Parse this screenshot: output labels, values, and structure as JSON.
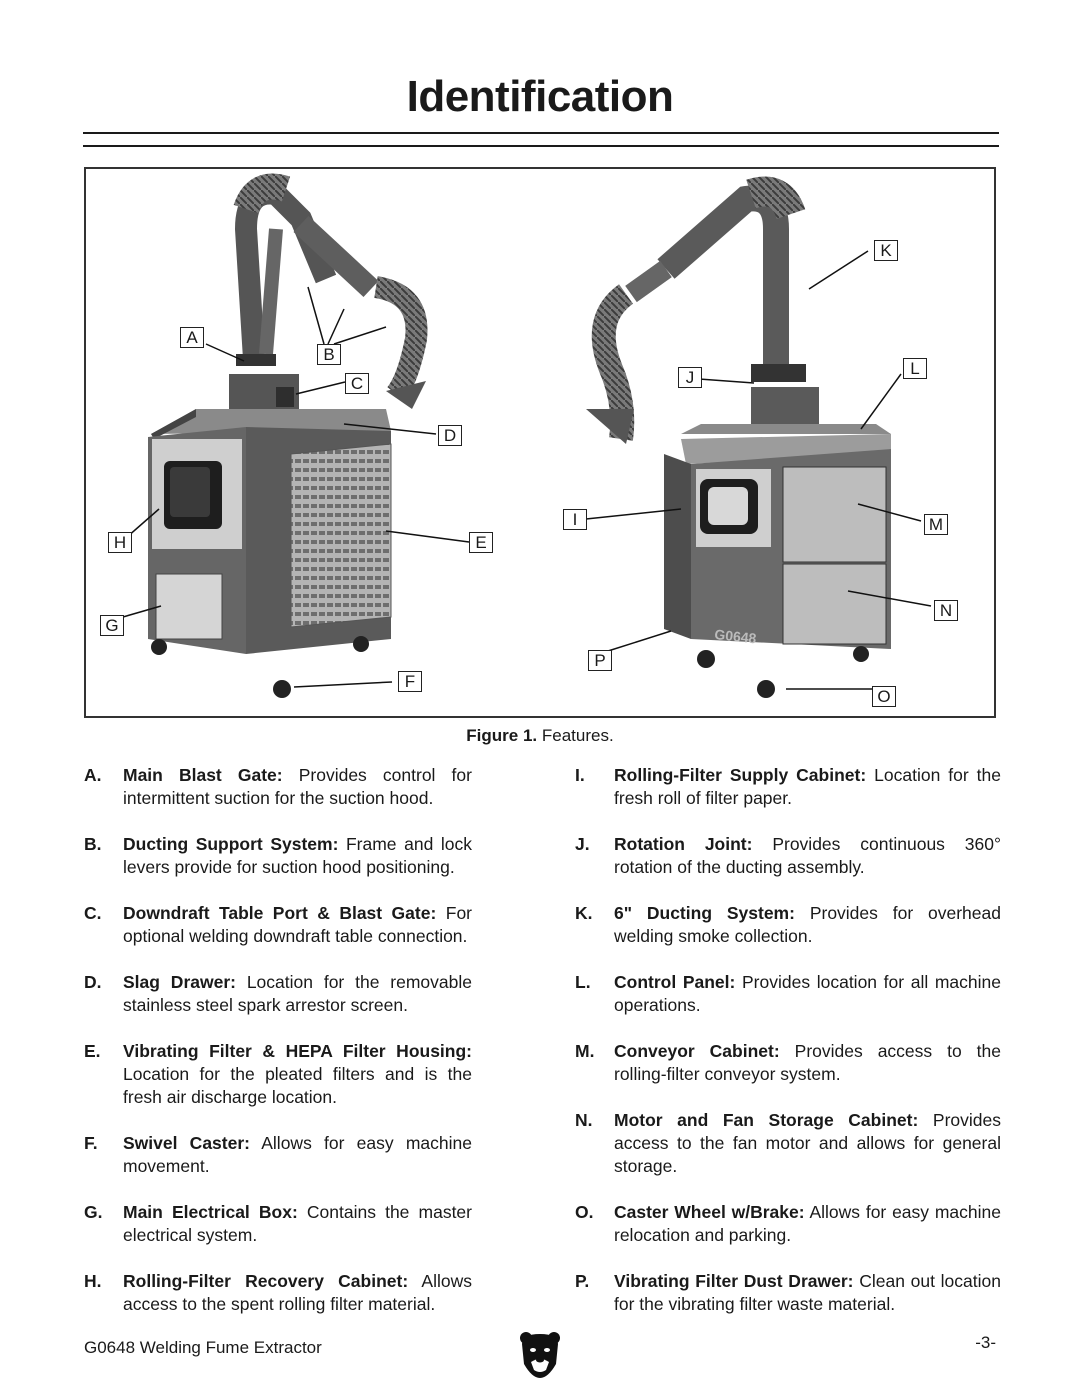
{
  "page": {
    "title": "Identification",
    "caption_bold": "Figure 1.",
    "caption_text": "Features.",
    "footer_left": "G0648 Welding Fume Extractor",
    "footer_right": "-3-"
  },
  "callouts": [
    "A",
    "B",
    "C",
    "D",
    "E",
    "F",
    "G",
    "H",
    "I",
    "J",
    "K",
    "L",
    "M",
    "N",
    "O",
    "P"
  ],
  "machine_label": "G0648",
  "features_left": [
    {
      "letter": "A.",
      "name": "Main Blast Gate:",
      "desc": "Provides control for intermittent suction for the suction hood."
    },
    {
      "letter": "B.",
      "name": "Ducting Support System:",
      "desc": "Frame and lock levers provide for suction hood positioning."
    },
    {
      "letter": "C.",
      "name": "Downdraft Table Port & Blast Gate:",
      "desc": "For optional welding downdraft table connection."
    },
    {
      "letter": "D.",
      "name": "Slag Drawer:",
      "desc": "Location for the removable stainless steel spark arrestor screen."
    },
    {
      "letter": "E.",
      "name": "Vibrating Filter & HEPA Filter Housing:",
      "desc": "Location for the pleated filters and is the fresh air discharge location."
    },
    {
      "letter": "F.",
      "name": "Swivel Caster:",
      "desc": "Allows for easy machine movement."
    },
    {
      "letter": "G.",
      "name": "Main Electrical Box:",
      "desc": "Contains the master electrical system."
    },
    {
      "letter": "H.",
      "name": "Rolling-Filter Recovery Cabinet:",
      "desc": "Allows access to the spent rolling filter material."
    }
  ],
  "features_right": [
    {
      "letter": "I.",
      "name": "Rolling-Filter Supply Cabinet:",
      "desc": "Location for the fresh roll of filter paper."
    },
    {
      "letter": "J.",
      "name": "Rotation Joint:",
      "desc": "Provides continuous 360° rotation of the ducting assembly."
    },
    {
      "letter": "K.",
      "name": "6\" Ducting System:",
      "desc": "Provides for overhead welding smoke collection."
    },
    {
      "letter": "L.",
      "name": "Control Panel:",
      "desc": "Provides location for all machine operations."
    },
    {
      "letter": "M.",
      "name": "Conveyor Cabinet:",
      "desc": "Provides access to the rolling-filter conveyor system."
    },
    {
      "letter": "N.",
      "name": "Motor and Fan Storage Cabinet:",
      "desc": "Provides access to the fan motor and allows for general storage."
    },
    {
      "letter": "O.",
      "name": "Caster Wheel w/Brake:",
      "desc": "Allows for easy machine relocation and parking."
    },
    {
      "letter": "P.",
      "name": "Vibrating Filter Dust Drawer:",
      "desc": "Clean out location for the vibrating filter waste material."
    }
  ]
}
